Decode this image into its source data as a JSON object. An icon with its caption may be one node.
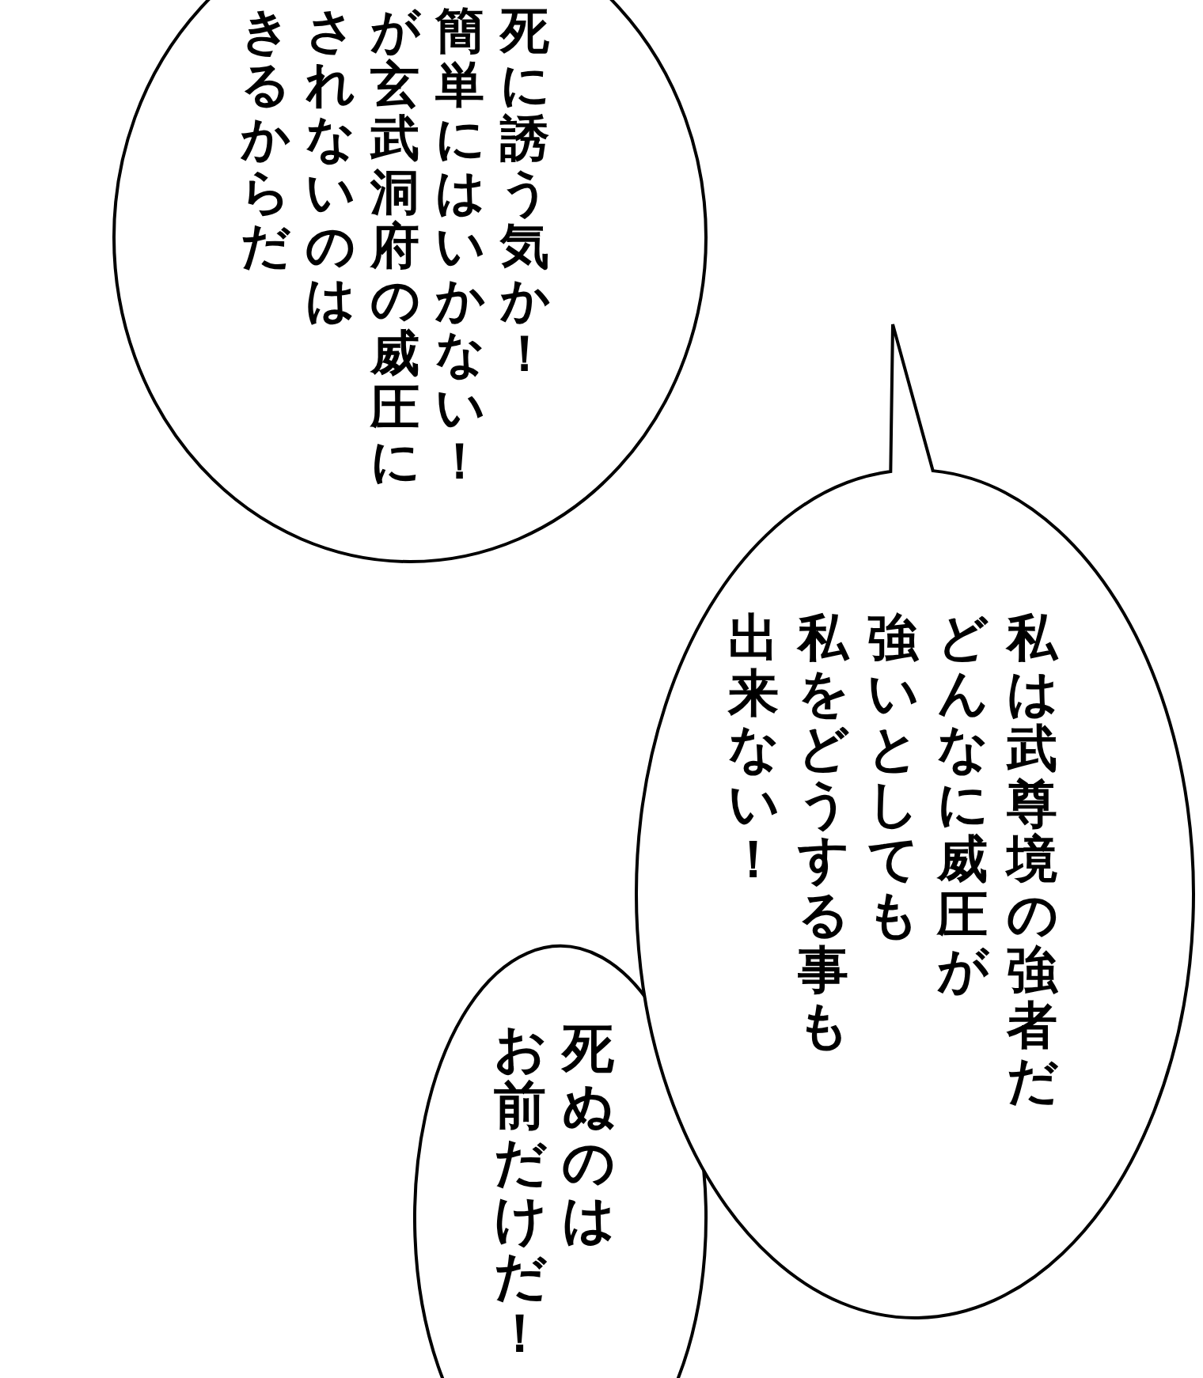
{
  "diagram": {
    "nodes": [
      {
        "text": [
          "死に誘う気か！簡単にはいかない！が玄武洞府の威圧にされないのはきるからだ"
        ]
      },
      {
        "text": [
          "私は武尊境の強者だどんなに威圧が強いとしても私をどうする事も出来ない！"
        ]
      },
      {
        "text": [
          "死ぬのはお前だけだ！"
        ]
      }
    ]
  }
}
